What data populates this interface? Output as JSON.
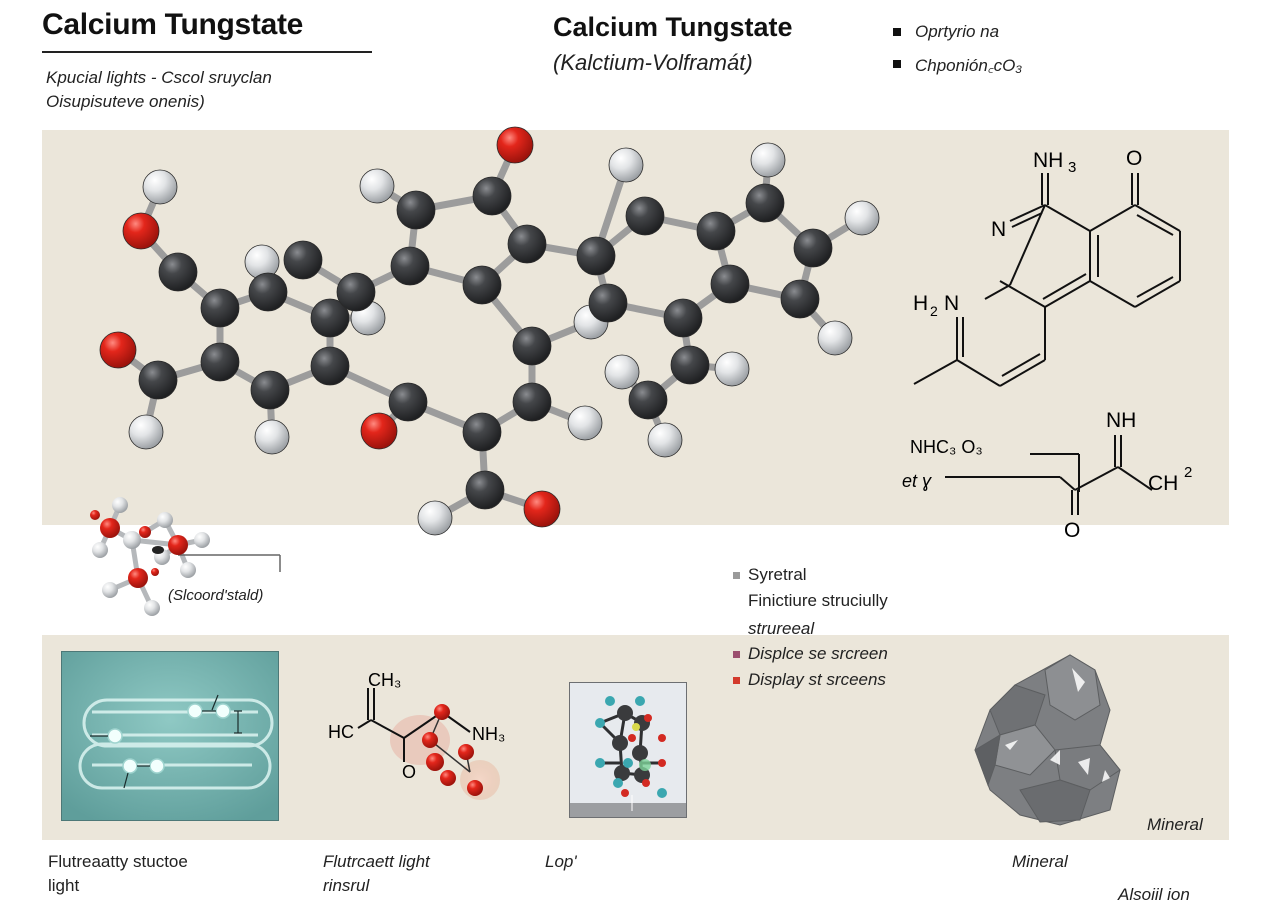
{
  "header": {
    "title": "Calcium Tungstate",
    "subtitle_line1": "Kpucial lights - Cscol sruyclan",
    "subtitle_line2": "Oisupisuteve onenis)"
  },
  "center_header": {
    "title": "Calcium  Tungstate",
    "subtitle": "(Kalctium-Volframát)"
  },
  "top_legend": {
    "items": [
      {
        "label": "Oprtyrio na",
        "color": "#111111"
      },
      {
        "label": "Chponión꜀cO₃",
        "color": "#111111"
      }
    ]
  },
  "main_panel": {
    "background": "#ebe6da",
    "atom_colors": {
      "carbon": "#3a3b3d",
      "oxygen": "#d9261c",
      "hydrogen": "#e4e6e8"
    },
    "structure_right": {
      "labels": {
        "nh3": "NH",
        "nh3_sub": "3",
        "o_top": "O",
        "n_ring": "N",
        "h2n": "H",
        "h2n_sub": "2",
        "h2n_n": "N"
      }
    },
    "structure_lower": {
      "formula": "NHC₃ O₃",
      "prefix": "et ɣ",
      "nh": "NH",
      "ch2": "CH",
      "ch2_sup": "2",
      "o": "O"
    }
  },
  "small_molecule": {
    "label": "(Slcoord'stald)"
  },
  "mid_legend": {
    "items": [
      {
        "label": "Syretral",
        "color": "#9a9a9a",
        "italic": false,
        "marker": true
      },
      {
        "label": "Finictiure struciully",
        "italic": false,
        "marker": false
      },
      {
        "label": "strureeal",
        "italic": true,
        "marker": false
      },
      {
        "label": "Displce se srcreen",
        "color": "#9b4f6e",
        "italic": true,
        "marker": true
      },
      {
        "label": "Display st srceens",
        "color": "#d33a2c",
        "italic": true,
        "marker": true
      }
    ]
  },
  "bottom_panel": {
    "background": "#ebe6da",
    "fluorescent_caption_line1": "Flutreaatty stuctoe",
    "fluorescent_caption_line2": "light",
    "molecule_labels": {
      "ch3": "CH₃",
      "hc": "HC",
      "nh3": "NH₃",
      "o": "O"
    },
    "molecule_caption_line1": "Flutrcaett light",
    "molecule_caption_line2": "rinsrul",
    "lop_caption": "Lop'",
    "mineral_inner_label": "Mineral",
    "mineral_caption": "Mineral",
    "bottom_right_cut": "Alsoiil ion"
  }
}
